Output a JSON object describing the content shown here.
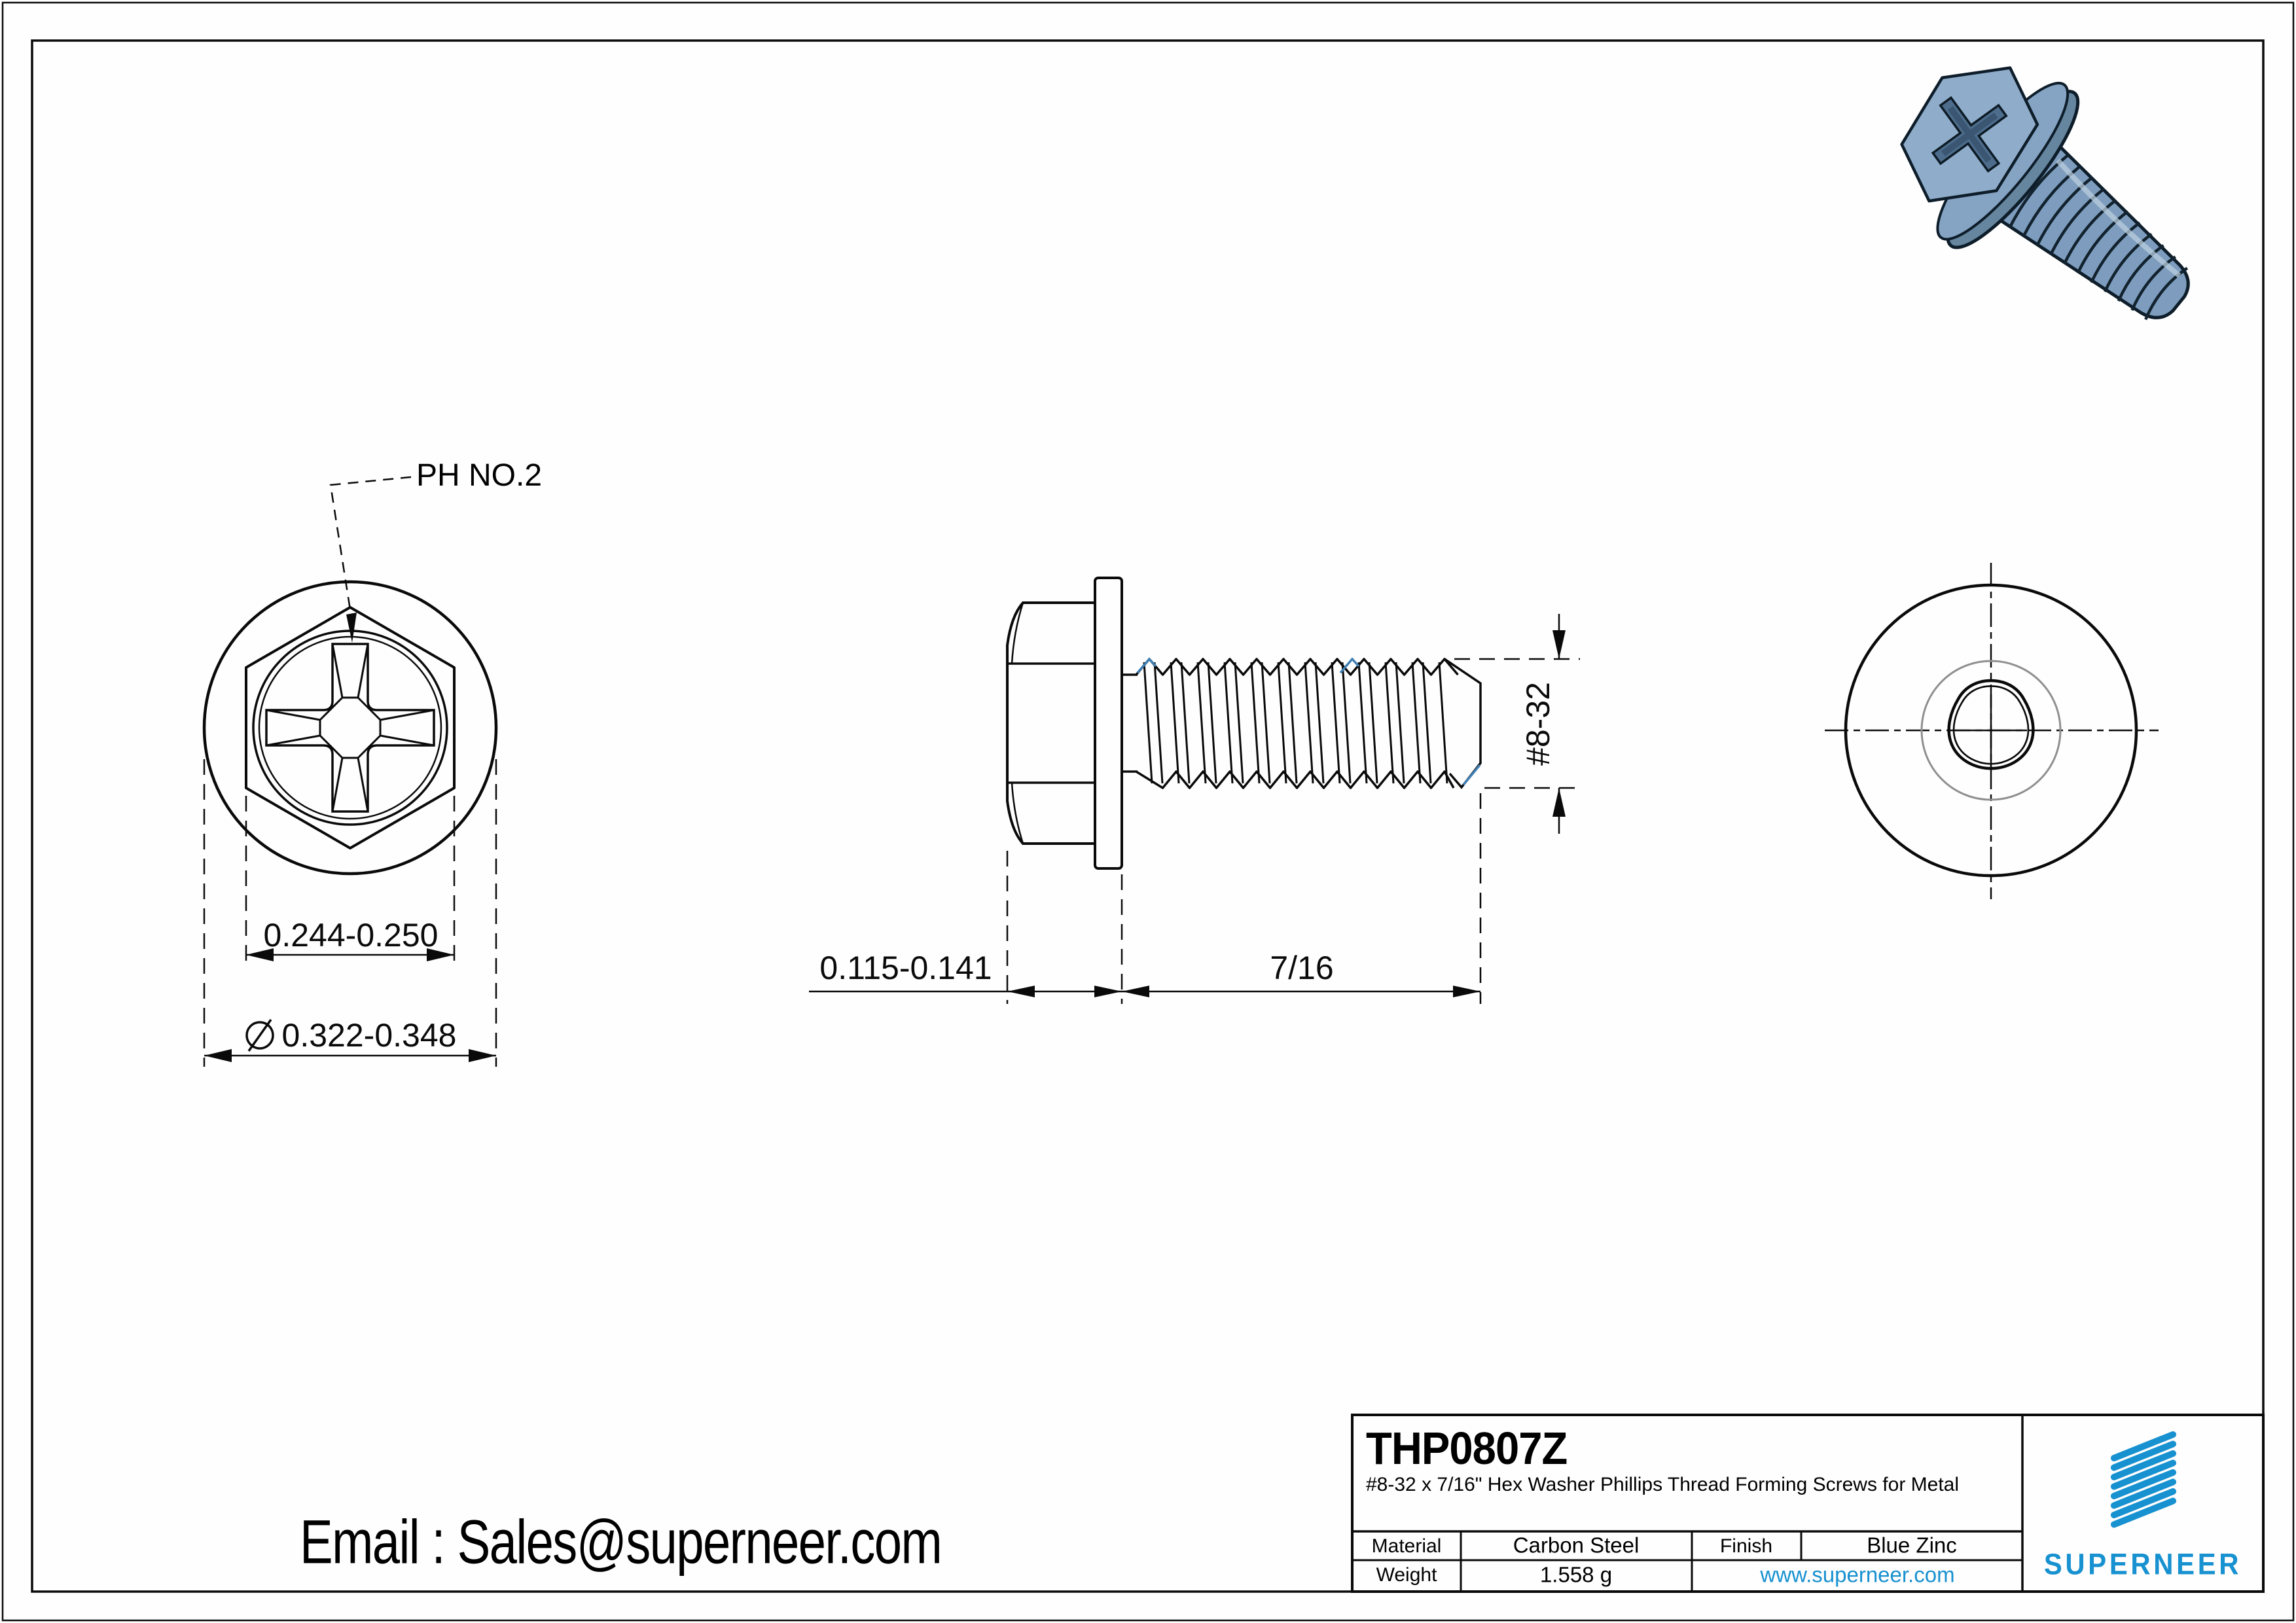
{
  "drawing": {
    "part_number": "THP0807Z",
    "description": "#8-32 x 7/16\" Hex Washer Phillips Thread Forming Screws for Metal",
    "callouts": {
      "drive_label": "PH NO.2",
      "hex_width_across_flats": "0.244-0.250",
      "washer_diameter": "0.322-0.348",
      "head_height": "0.115-0.141",
      "thread_length": "7/16",
      "thread_size": "#8-32"
    },
    "title_block": {
      "material_label": "Material",
      "material_value": "Carbon Steel",
      "finish_label": "Finish",
      "finish_value": "Blue Zinc",
      "weight_label": "Weight",
      "weight_value": "1.558 g",
      "website": "www.superneer.com",
      "brand_name": "SUPERNEER"
    },
    "contact": {
      "email_line": "Email : Sales@superneer.com"
    },
    "colors": {
      "line_black": "#0a0a0a",
      "brand_blue": "#1791d0",
      "thread_accent_blue": "#3f7fb3",
      "screw_render_steel_blue": "#7e9dbe",
      "centerline_gray": "#8f8f8f"
    }
  }
}
